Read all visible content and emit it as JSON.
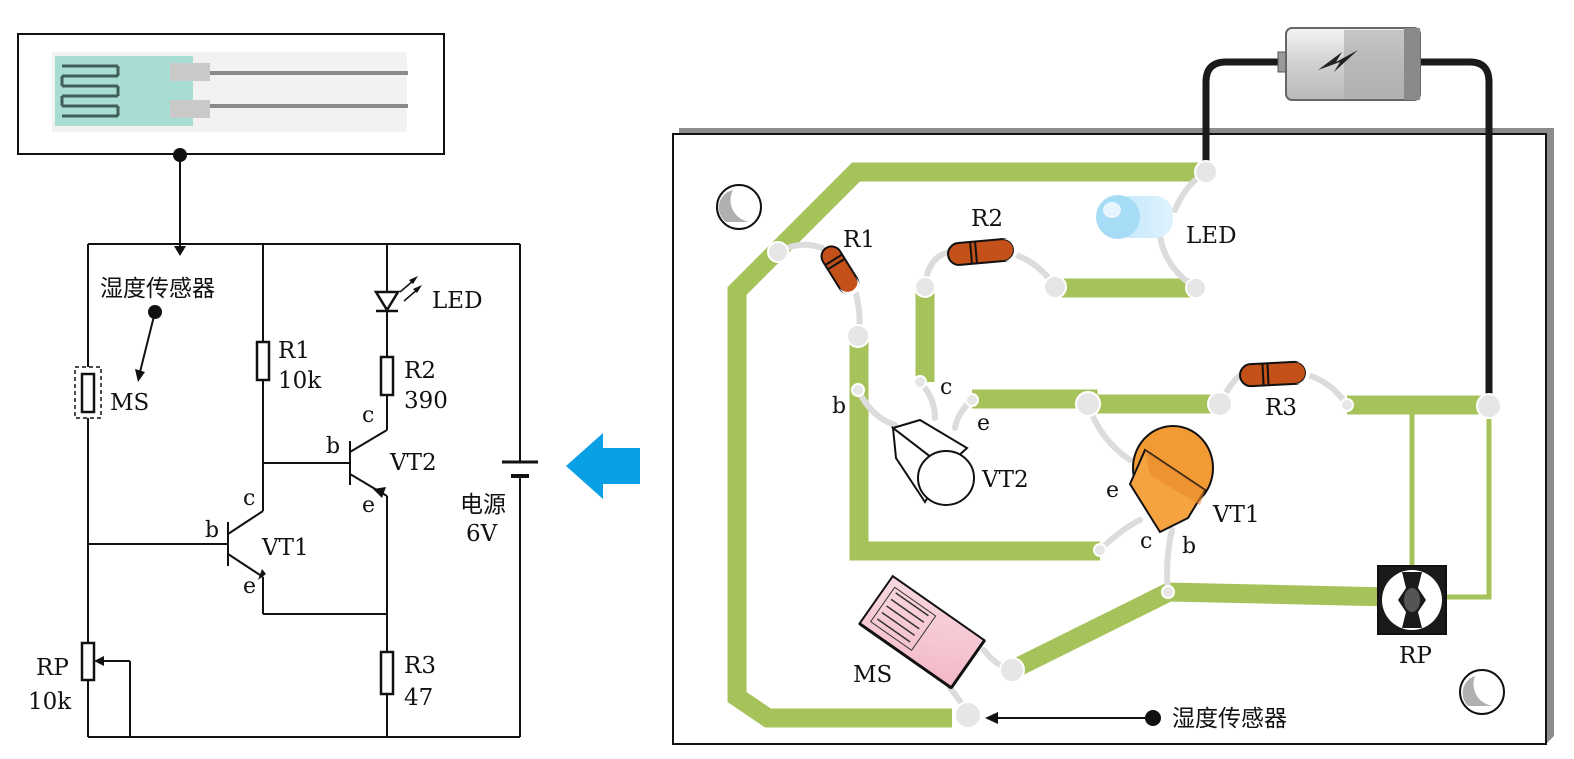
{
  "schematic": {
    "sensor_label": "湿度传感器",
    "ms_label": "MS",
    "r1_name": "R1",
    "r1_value": "10k",
    "r2_name": "R2",
    "r2_value": "390",
    "r3_name": "R3",
    "r3_value": "47",
    "rp_name": "RP",
    "rp_value": "10k",
    "led_label": "LED",
    "vt1_label": "VT1",
    "vt2_label": "VT2",
    "b": "b",
    "c": "c",
    "e": "e",
    "power_label": "电源",
    "power_value": "6V"
  },
  "arrow": {
    "color": "#0aa0e6",
    "icon": "arrow-left-icon"
  },
  "board": {
    "trace_color": "#a5c35a",
    "r1_label": "R1",
    "r2_label": "R2",
    "r3_label": "R3",
    "led_label": "LED",
    "vt1_label": "VT1",
    "vt2_label": "VT2",
    "ms_label": "MS",
    "rp_label": "RP",
    "b": "b",
    "c": "c",
    "e": "e",
    "sensor_callout": "湿度传感器"
  }
}
